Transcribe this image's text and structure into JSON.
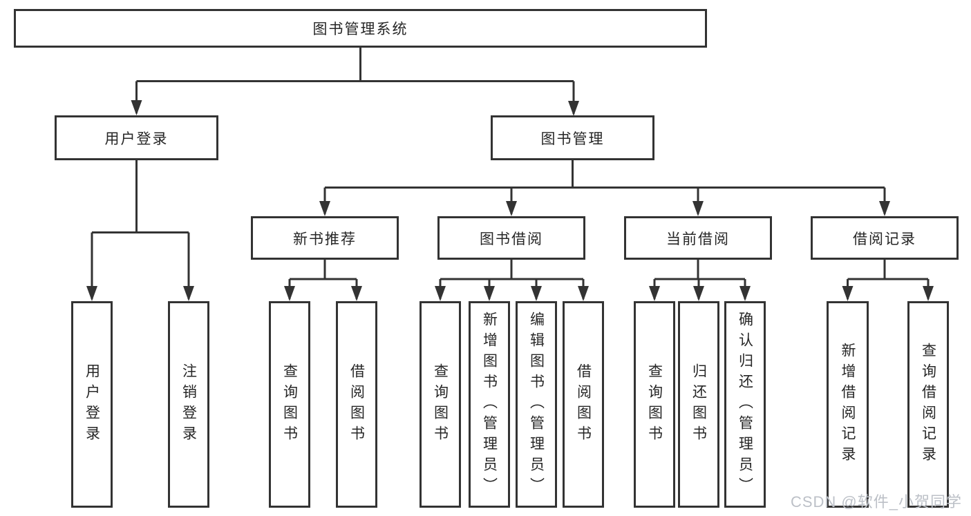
{
  "diagram": {
    "root": "图书管理系统",
    "level2": {
      "user_login": "用户登录",
      "book_mgmt": "图书管理"
    },
    "level3": {
      "new_books": "新书推荐",
      "book_borrow": "图书借阅",
      "current_borrow": "当前借阅",
      "borrow_records": "借阅记录"
    },
    "leaves": {
      "user_login": [
        "用户登录",
        "注销登录"
      ],
      "new_books": [
        "查询图书",
        "借阅图书"
      ],
      "book_borrow": [
        "查询图书",
        "新增图书（管理员）",
        "编辑图书（管理员）",
        "借阅图书"
      ],
      "current_borrow": [
        "查询图书",
        "归还图书",
        "确认归还（管理员）"
      ],
      "borrow_records": [
        "新增借阅记录",
        "查询借阅记录"
      ]
    }
  },
  "colors": {
    "line": "#333333",
    "text": "#262626",
    "background": "#ffffff",
    "watermark": "#bcc0c7"
  },
  "watermark": "CSDN @软件_小贺同学"
}
